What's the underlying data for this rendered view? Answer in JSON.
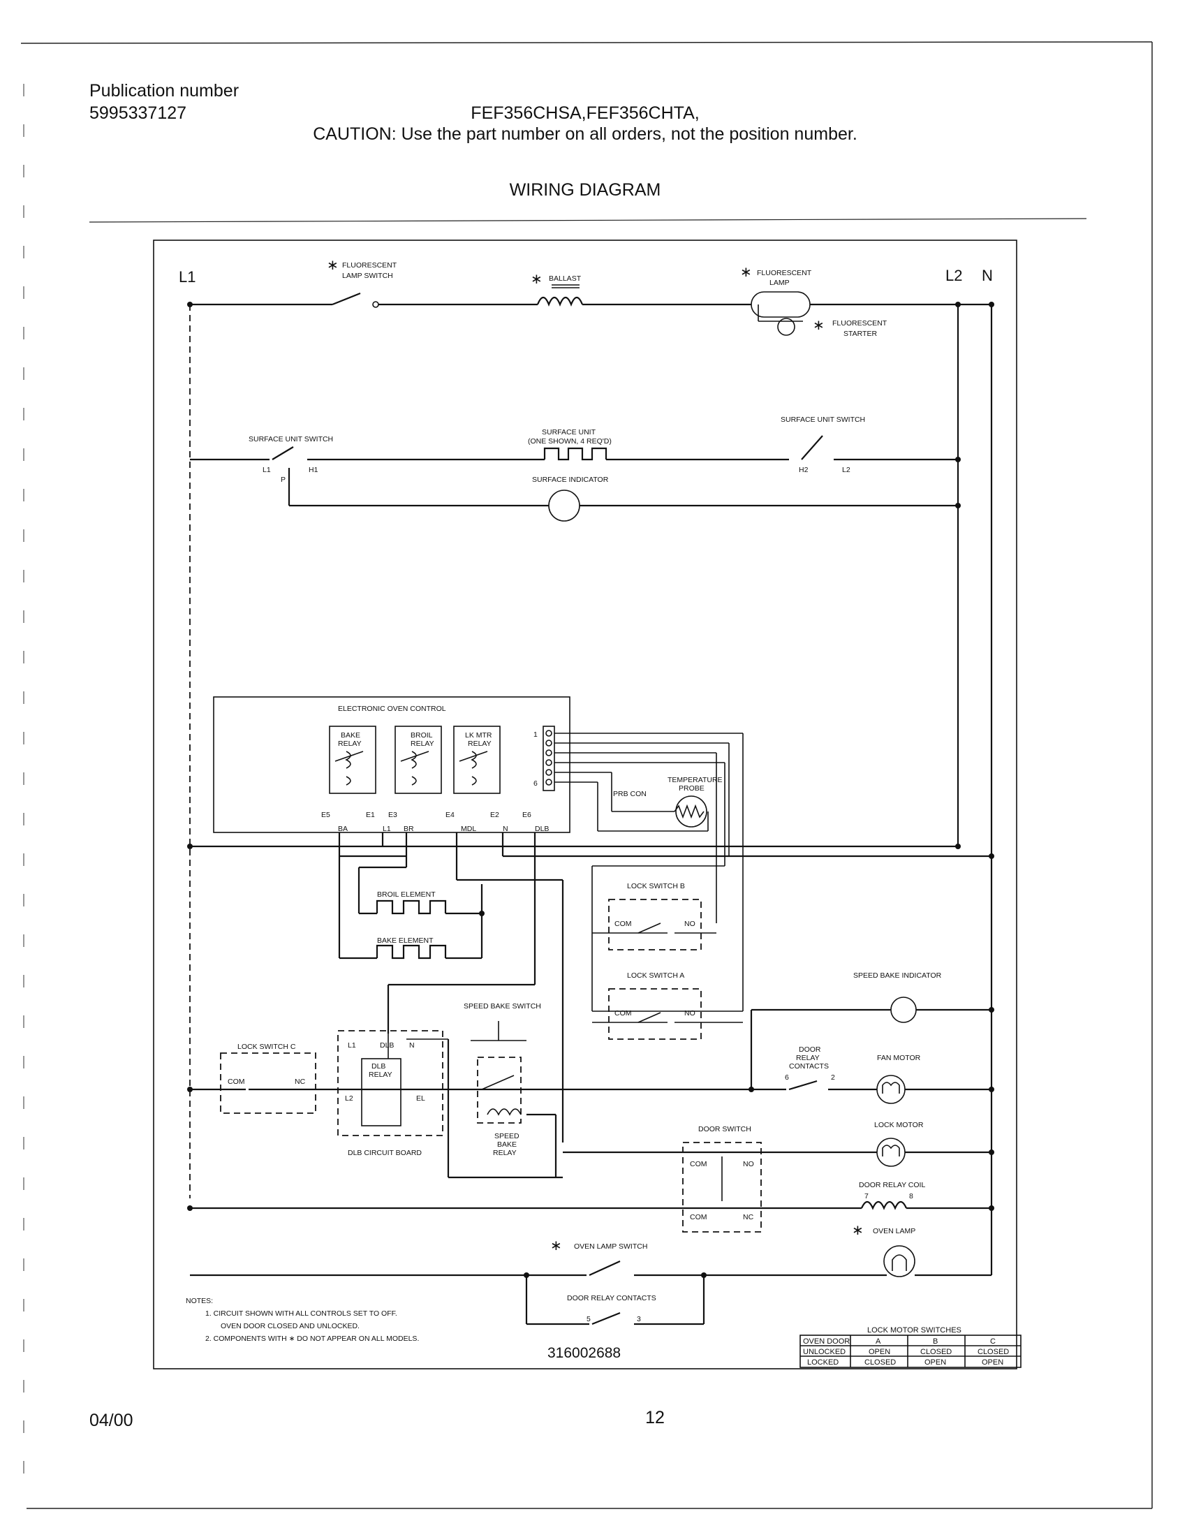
{
  "header": {
    "publication_label": "Publication number",
    "publication_number": "5995337127",
    "models": "FEF356CHSA,FEF356CHTA,",
    "caution": "CAUTION:  Use the part number on all orders, not the position number.",
    "title": "WIRING DIAGRAM"
  },
  "footer": {
    "date": "04/00",
    "page": "12"
  },
  "diagram": {
    "lines": {
      "l1": "L1",
      "l2": "L2",
      "n": "N"
    },
    "asterisk": "∗",
    "components": {
      "fluor_lamp_switch": [
        "FLUORESCENT",
        "LAMP SWITCH"
      ],
      "ballast": "BALLAST",
      "fluor_lamp": [
        "FLUORESCENT",
        "LAMP"
      ],
      "fluor_starter": [
        "FLUORESCENT",
        "STARTER"
      ],
      "surface_unit_switch_left": "SURFACE UNIT SWITCH",
      "surface_unit": [
        "SURFACE UNIT",
        "(ONE SHOWN, 4 REQ'D)"
      ],
      "surface_unit_switch_right": "SURFACE UNIT SWITCH",
      "surface_indicator": "SURFACE INDICATOR",
      "electronic_oven_control": "ELECTRONIC OVEN CONTROL",
      "bake_relay": [
        "BAKE",
        "RELAY"
      ],
      "broil_relay": [
        "BROIL",
        "RELAY"
      ],
      "lk_mtr_relay": [
        "LK MTR",
        "RELAY"
      ],
      "temperature_probe": [
        "TEMPERATURE",
        "PROBE"
      ],
      "prb_con": "PRB CON",
      "broil_element": "BROIL ELEMENT",
      "bake_element": "BAKE ELEMENT",
      "lock_switch_b": "LOCK SWITCH B",
      "lock_switch_a": "LOCK SWITCH A",
      "lock_switch_c": "LOCK SWITCH C",
      "speed_bake_switch": "SPEED BAKE SWITCH",
      "speed_bake_relay": [
        "SPEED",
        "BAKE",
        "RELAY"
      ],
      "dlb_relay": [
        "DLB",
        "RELAY"
      ],
      "dlb_circuit_board": "DLB CIRCUIT BOARD",
      "speed_bake_indicator": "SPEED BAKE INDICATOR",
      "door_relay_contacts_upper": [
        "DOOR",
        "RELAY",
        "CONTACTS"
      ],
      "fan_motor": "FAN MOTOR",
      "door_switch": "DOOR SWITCH",
      "lock_motor": "LOCK MOTOR",
      "door_relay_coil": "DOOR RELAY COIL",
      "oven_lamp": "OVEN LAMP",
      "oven_lamp_switch": "OVEN LAMP SWITCH",
      "door_relay_contacts_lower": "DOOR RELAY CONTACTS"
    },
    "terminals": {
      "l1": "L1",
      "h1": "H1",
      "p": "P",
      "h2": "H2",
      "l2": "L2",
      "e5": "E5",
      "e1": "E1",
      "e3": "E3",
      "e4": "E4",
      "e2": "E2",
      "e6": "E6",
      "ba": "BA",
      "br": "BR",
      "mdl": "MDL",
      "n": "N",
      "dlb": "DLB",
      "pin1": "1",
      "pin6": "6",
      "com": "COM",
      "no": "NO",
      "nc": "NC",
      "el": "EL",
      "c6": "6",
      "c2": "2",
      "c7": "7",
      "c8": "8",
      "c5": "5",
      "c3": "3"
    },
    "notes": {
      "title": "NOTES:",
      "n1a": "1.  CIRCUIT SHOWN WITH ALL CONTROLS SET TO OFF.",
      "n1b": "OVEN DOOR CLOSED AND UNLOCKED.",
      "n2": "2.  COMPONENTS WITH ∗ DO NOT APPEAR ON ALL MODELS."
    },
    "drawing_number": "316002688",
    "lock_table": {
      "title": "LOCK MOTOR SWITCHES",
      "header": [
        "OVEN DOOR",
        "A",
        "B",
        "C"
      ],
      "rows": [
        [
          "UNLOCKED",
          "OPEN",
          "CLOSED",
          "CLOSED"
        ],
        [
          "LOCKED",
          "CLOSED",
          "OPEN",
          "OPEN"
        ]
      ]
    }
  }
}
